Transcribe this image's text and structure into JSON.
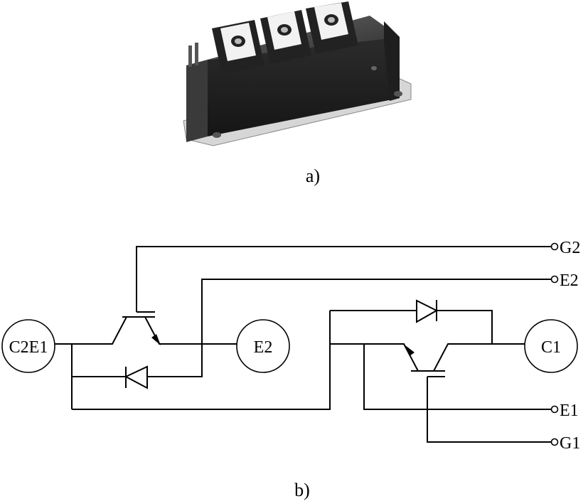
{
  "figure": {
    "caption_a": "a)",
    "caption_b": "b)"
  },
  "module_photo": {
    "icon": "igbt-module-photo"
  },
  "circuit": {
    "nodes": {
      "c2e1": "C2E1",
      "e2": "E2",
      "c1": "C1"
    },
    "terminals": {
      "g2": "G2",
      "e2": "E2",
      "e1": "E1",
      "g1": "G1"
    }
  }
}
